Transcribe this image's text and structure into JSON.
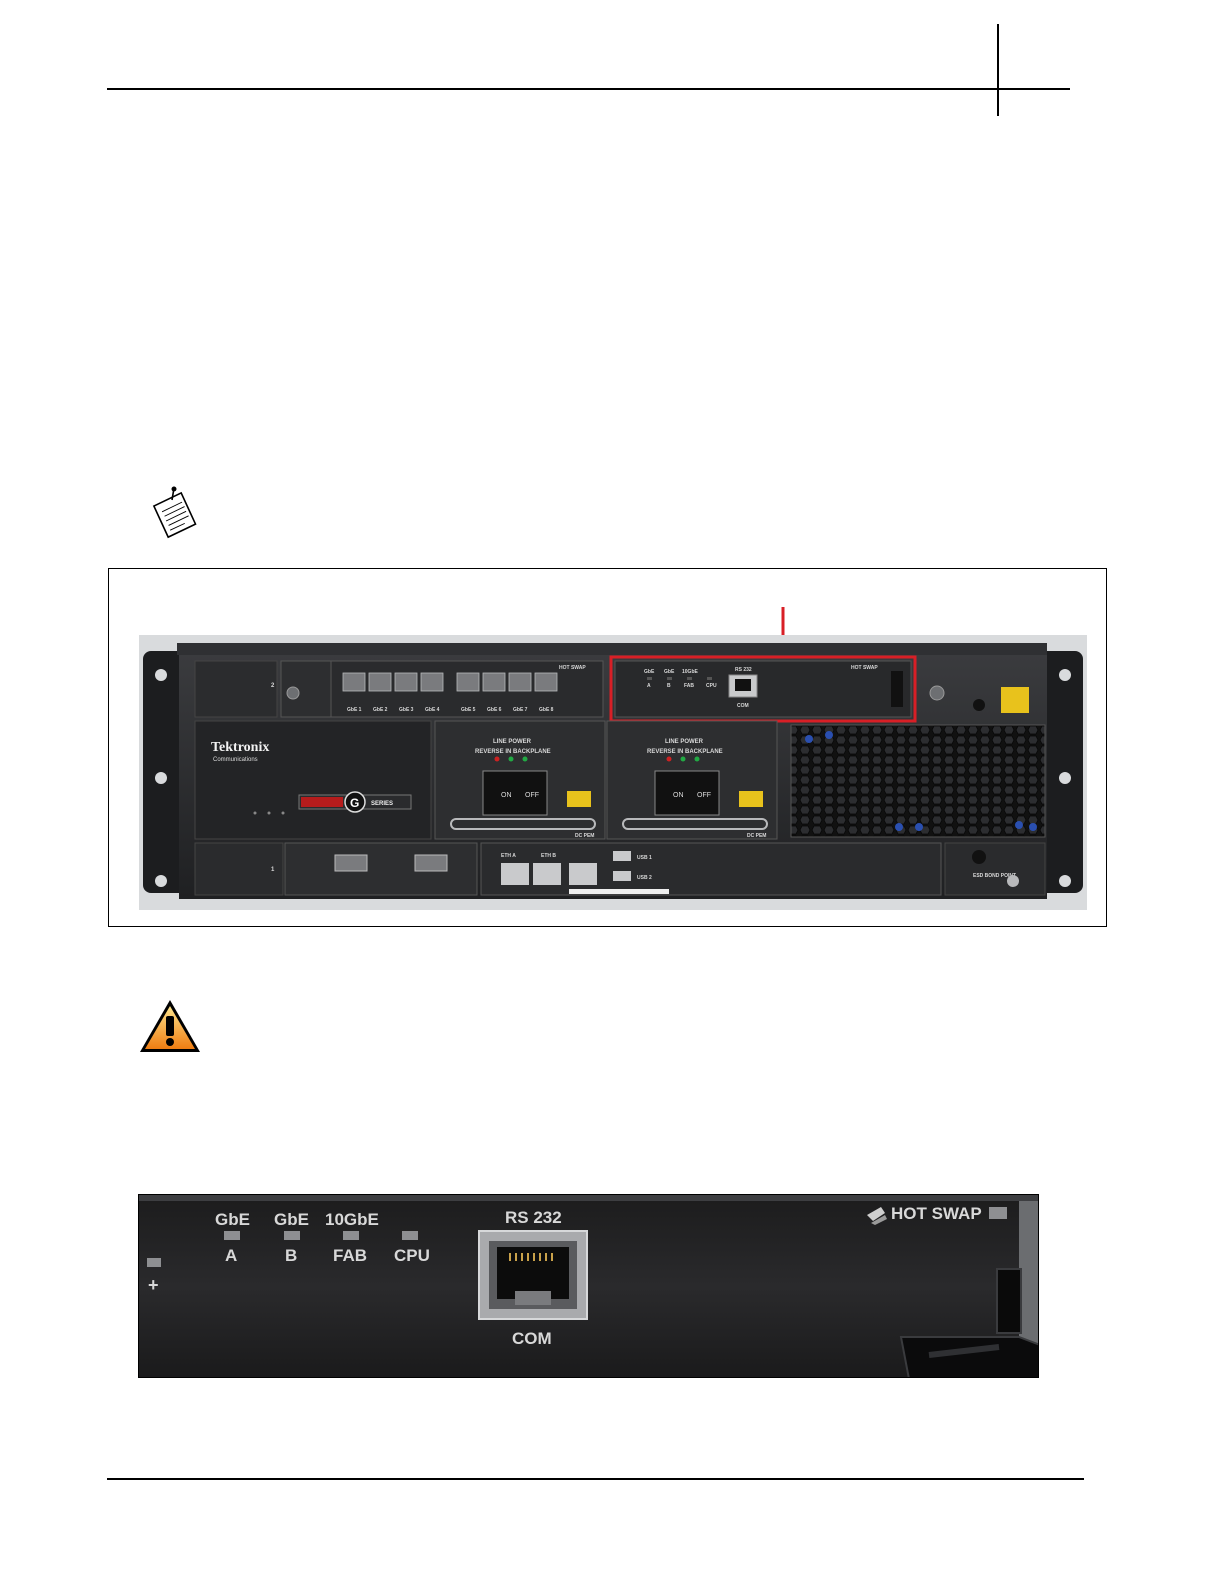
{
  "figure1": {
    "brand": "Tektronix",
    "brand_sub": "Communications",
    "series_logo": "G",
    "series_label": "SERIES",
    "hot_swap": "HOT SWAP",
    "gbe_ports": [
      "GbE 1",
      "GbE 2",
      "GbE 3",
      "GbE 4",
      "GbE 5",
      "GbE 6",
      "GbE 7",
      "GbE 8"
    ],
    "rtm_leds": [
      "GbE A",
      "GbE B",
      "10GbE FAB",
      "CPU"
    ],
    "rs232": "RS 232",
    "com": "COM",
    "line_power": "LINE POWER",
    "power_leds": "REVERSE  IN  BACKPLANE",
    "on": "ON",
    "off": "OFF",
    "pem": "DC PEM",
    "eth_a": "ETH A",
    "eth_b": "ETH B",
    "usb1": "USB 1",
    "usb2": "USB 2",
    "esd": "ESD BOND POINT",
    "slot_2": "2",
    "slot_1": "1"
  },
  "figure2": {
    "leds": [
      {
        "top": "GbE",
        "bottom": "A"
      },
      {
        "top": "GbE",
        "bottom": "B"
      },
      {
        "top": "10GbE",
        "bottom": "FAB"
      },
      {
        "top": "",
        "bottom": "CPU"
      }
    ],
    "rs232": "RS 232",
    "com": "COM",
    "hot_swap": "HOT SWAP",
    "plus": "+"
  },
  "colors": {
    "callout_red": "#d81f26",
    "chassis": "#2a2b2d",
    "warning_orange": "#f39a1e"
  },
  "icons": [
    "note-icon",
    "warning-icon",
    "callout-arrow"
  ]
}
